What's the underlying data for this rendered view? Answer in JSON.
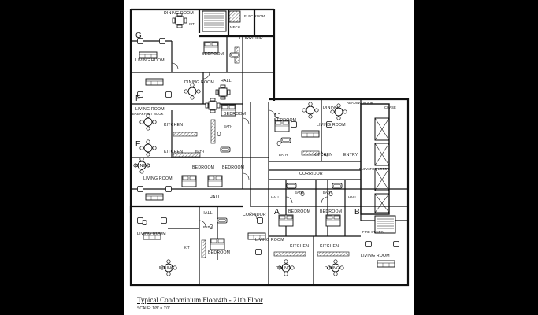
{
  "caption": {
    "title": "Typical Condominium Floor4th - 21th Floor",
    "scale": "SCALE: 1/8\" = 1'0\""
  },
  "units": [
    "G",
    "F",
    "E",
    "C",
    "D",
    "A",
    "B"
  ],
  "rooms": {
    "g_dining": "DINING ROOM",
    "g_living": "LIVING ROOM",
    "g_bedroom": "BEDROOM",
    "g_kit": "KIT",
    "g_elec": "ELEC ROOM",
    "g_mech": "MECH",
    "corridor_top": "CORRIDOR",
    "f_dining": "DINING ROOM",
    "f_living": "LIVING ROOM",
    "hall_top": "HALL",
    "f_bedroom": "BEDROOM",
    "f_bath": "BATH",
    "f_kitchen": "KITCHEN",
    "f_breakfast": "BREAKFAST NOOK",
    "e_kitchen": "KITCHEN",
    "e_bath": "BATH",
    "e_dining": "DINING",
    "e_living": "LIVING ROOM",
    "e_bedroom_1": "BEDROOM",
    "e_bedroom_2": "BEDROOM",
    "hall_mid": "HALL",
    "c_dining": "DINING",
    "c_reading": "READING NOOK",
    "chase": "CHASE",
    "c_bedroom": "BEDROOM",
    "c_living": "LIVING ROOM",
    "c_bath": "BATH",
    "c_kitchen": "KITCHEN",
    "c_entry": "ENTRY",
    "corridor_mid": "CORRIDOR",
    "elevator_lobby": "ELEVATOR LOBBY",
    "a_bath": "BATH",
    "b_bath": "BATH",
    "a_bedroom": "BEDROOM",
    "b_bedroom": "BEDROOM",
    "hall_a": "HALL",
    "hall_b": "HALL",
    "hall_low": "HALL",
    "corridor_low": "CORRIDOR",
    "fire_stairs": "FIRE STAIRS",
    "d_living": "LIVING ROOM",
    "d_kit": "KIT",
    "d_bath": "BATH",
    "d_bedroom": "BEDROOM",
    "d_dining": "DINING",
    "a_living": "LIVING ROOM",
    "a_kitchen": "KITCHEN",
    "a_dining": "DINING",
    "b_kitchen": "KITCHEN",
    "b_dining": "DINING",
    "b_living": "LIVING ROOM"
  }
}
